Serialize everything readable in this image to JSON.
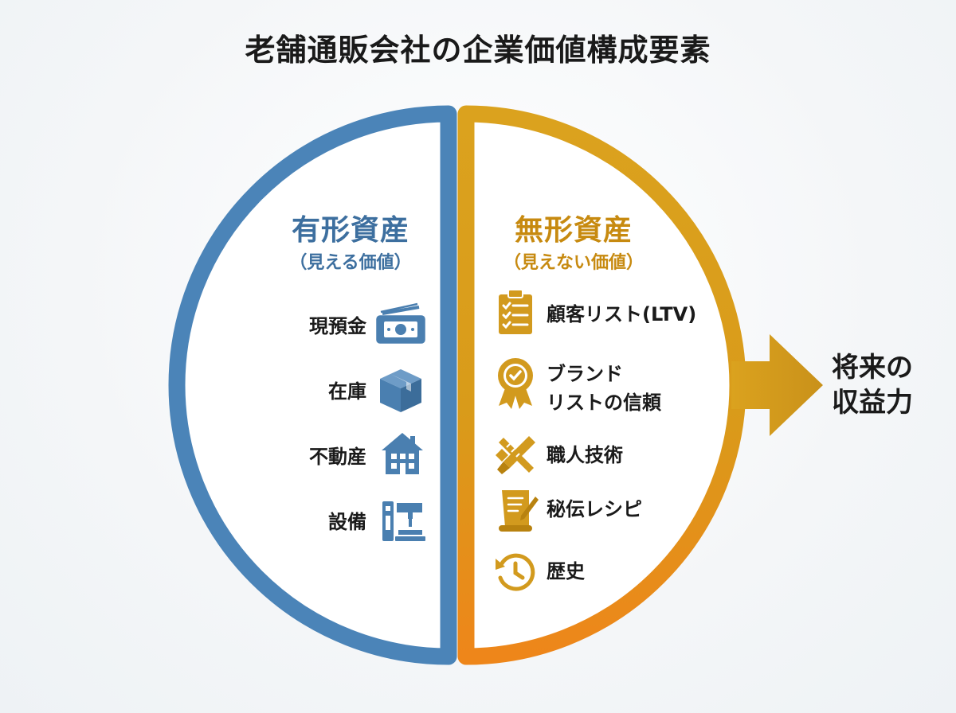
{
  "title": "老舗通販会社の企業価値構成要素",
  "tangible": {
    "heading": "有形資産",
    "subheading": "（見える価値）",
    "items": [
      {
        "label": "現預金",
        "icon": "cash-icon"
      },
      {
        "label": "在庫",
        "icon": "box-icon"
      },
      {
        "label": "不動産",
        "icon": "building-icon"
      },
      {
        "label": "設備",
        "icon": "machine-icon"
      }
    ]
  },
  "intangible": {
    "heading": "無形資産",
    "subheading": "（見えない価値）",
    "items": [
      {
        "label": "顧客リスト(LTV)",
        "icon": "clipboard-icon"
      },
      {
        "label": "ブランド\nリストの信頼",
        "icon": "award-badge-icon"
      },
      {
        "label": "職人技術",
        "icon": "craft-tools-icon"
      },
      {
        "label": "秘伝レシピ",
        "icon": "scroll-icon"
      },
      {
        "label": "歴史",
        "icon": "history-icon"
      }
    ]
  },
  "outcome": {
    "label": "将来の\n収益力",
    "icon": "arrow-right-icon"
  },
  "colors": {
    "tangible": "#4b84b8",
    "intangible_top": "#d9a320",
    "intangible_bottom": "#ec8a1c",
    "arrow": "#cf9818",
    "icon_tangible": "#4a7fb0",
    "icon_intangible": "#d29a1e"
  }
}
